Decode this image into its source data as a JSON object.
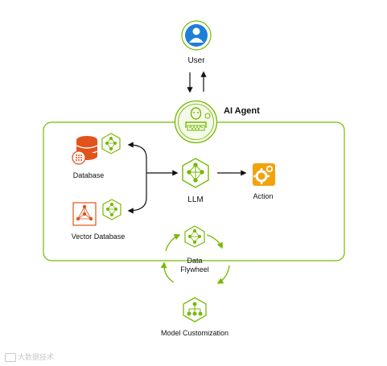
{
  "nodes": {
    "user": "User",
    "agent": "AI Agent",
    "database": "Database",
    "vector_database": "Vector Database",
    "llm": "LLM",
    "action": "Action",
    "data_flywheel_line1": "Data",
    "data_flywheel_line2": "Flywheel",
    "model_customization": "Model Customization"
  },
  "watermark": "大数据技术",
  "colors": {
    "accent_green": "#76b900",
    "user_blue": "#1f7fd6",
    "database_orange": "#e2531b",
    "action_orange": "#f2a20c"
  }
}
